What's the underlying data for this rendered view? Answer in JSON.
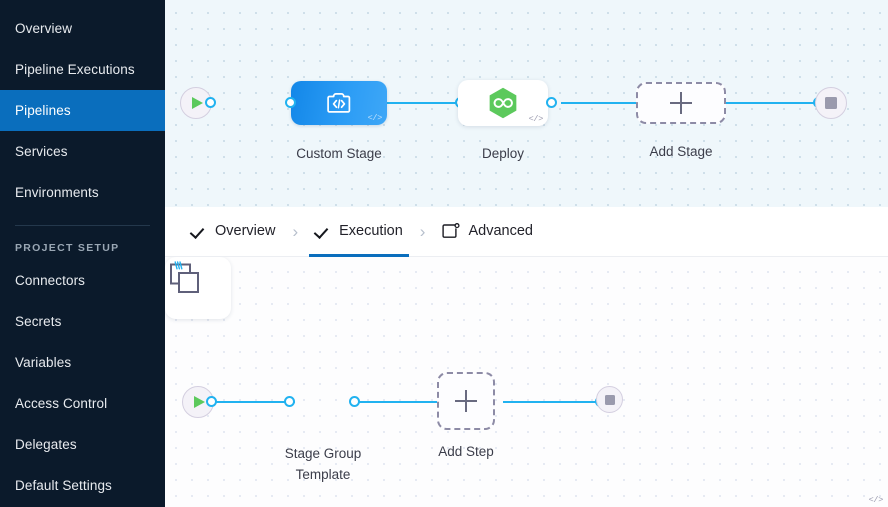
{
  "colors": {
    "sidebar_bg": "#0b1a2b",
    "sidebar_active": "#0a6ebd",
    "accent_line": "#21b2f0",
    "node_blue": "#1387e8",
    "node_green": "#5cc95c",
    "tab_underline": "#0a6ebd",
    "top_canvas_bg": "#eff7fb",
    "bottom_canvas_bg": "#fdfdfe"
  },
  "sidebar": {
    "items": [
      {
        "label": "Overview",
        "active": false
      },
      {
        "label": "Pipeline Executions",
        "active": false
      },
      {
        "label": "Pipelines",
        "active": true
      },
      {
        "label": "Services",
        "active": false
      },
      {
        "label": "Environments",
        "active": false
      }
    ],
    "section_label": "PROJECT SETUP",
    "setup_items": [
      {
        "label": "Connectors"
      },
      {
        "label": "Secrets"
      },
      {
        "label": "Variables"
      },
      {
        "label": "Access Control"
      },
      {
        "label": "Delegates"
      },
      {
        "label": "Default Settings"
      }
    ]
  },
  "tabs": [
    {
      "label": "Overview",
      "icon": "check-icon",
      "active": false,
      "completed": true
    },
    {
      "label": "Execution",
      "icon": "check-icon",
      "active": true,
      "completed": true
    },
    {
      "label": "Advanced",
      "icon": "advanced-settings-icon",
      "active": false,
      "completed": false
    }
  ],
  "tab_separator": "›",
  "stage_canvas": {
    "start_node": {
      "name": "pipeline-start",
      "icon": "play-icon"
    },
    "end_node": {
      "name": "pipeline-end",
      "icon": "stop-icon"
    },
    "nodes": [
      {
        "label": "Custom Stage",
        "type": "custom-stage",
        "icon": "template-code-icon",
        "badge": "</>",
        "selected": true
      },
      {
        "label": "Deploy",
        "type": "deploy-stage",
        "icon": "continuous-deployment-hexagon-icon",
        "badge": "</>",
        "selected": false
      }
    ],
    "add_node": {
      "label": "Add Stage",
      "icon": "plus-icon"
    }
  },
  "step_canvas": {
    "start_node": {
      "name": "execution-start",
      "icon": "play-icon"
    },
    "end_node": {
      "name": "execution-end",
      "icon": "stop-icon"
    },
    "nodes": [
      {
        "label": "Stage Group\nTemplate",
        "type": "step-group-template",
        "icon": "stacked-squares-icon",
        "badge": "</>",
        "template_marker": true
      }
    ],
    "add_node": {
      "label": "Add Step",
      "icon": "plus-icon"
    }
  }
}
